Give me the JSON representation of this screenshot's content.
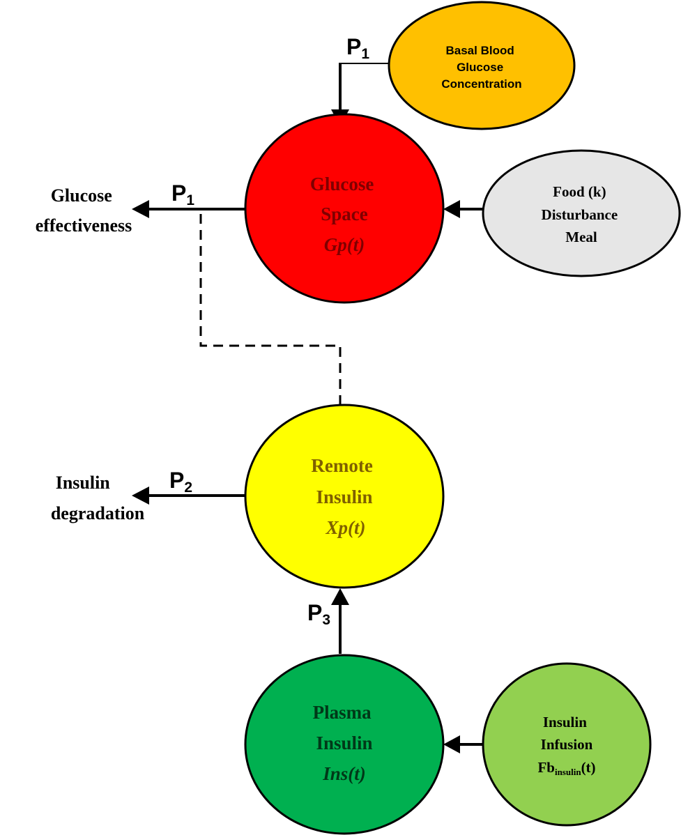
{
  "nodes": {
    "basal": {
      "lines": [
        "Basal Blood",
        "Glucose",
        "Concentration"
      ],
      "color": "#FFC000"
    },
    "glucose_space": {
      "lines": [
        "Glucose",
        "Space"
      ],
      "symbol": "Gp(t)",
      "color": "#FF0000"
    },
    "food": {
      "lines": [
        "Food (k)",
        "Disturbance",
        "Meal"
      ],
      "color": "#E6E6E6"
    },
    "remote_insulin": {
      "lines": [
        "Remote",
        "Insulin"
      ],
      "symbol": "Xp(t)",
      "color": "#FFFF00"
    },
    "plasma_insulin": {
      "lines": [
        "Plasma",
        "Insulin"
      ],
      "symbol": "Ins(t)",
      "color": "#00B050"
    },
    "insulin_infusion": {
      "lines": [
        "Insulin",
        "Infusion"
      ],
      "fb_main": "Fb",
      "fb_sub": "insulin",
      "fb_tail": "(t)",
      "color": "#92D050"
    }
  },
  "outputs": {
    "glucose_effectiveness": [
      "Glucose",
      "effectiveness"
    ],
    "insulin_degradation": [
      "Insulin",
      "degradation"
    ]
  },
  "params": {
    "p1_top": {
      "letter": "P",
      "sub": "1"
    },
    "p1_left": {
      "letter": "P",
      "sub": "1"
    },
    "p2": {
      "letter": "P",
      "sub": "2"
    },
    "p3": {
      "letter": "P",
      "sub": "3"
    }
  }
}
